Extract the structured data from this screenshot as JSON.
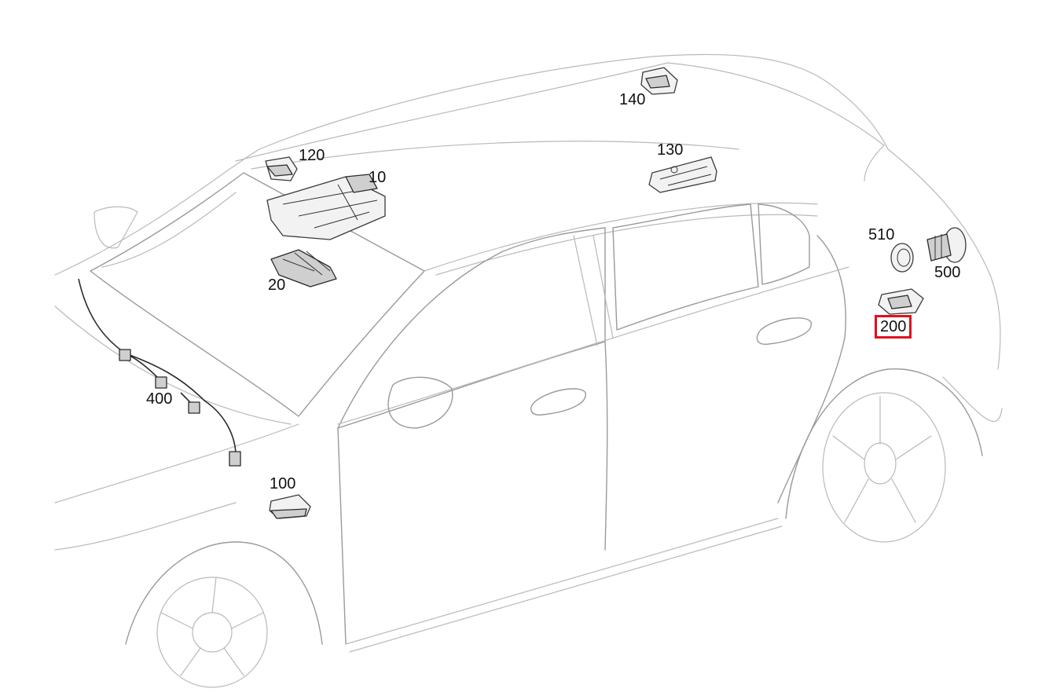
{
  "diagram": {
    "highlight_color": "#e0101c",
    "callouts": [
      {
        "id": "c10",
        "label": "10"
      },
      {
        "id": "c20",
        "label": "20"
      },
      {
        "id": "c100",
        "label": "100"
      },
      {
        "id": "c120",
        "label": "120"
      },
      {
        "id": "c130",
        "label": "130"
      },
      {
        "id": "c140",
        "label": "140"
      },
      {
        "id": "c200",
        "label": "200",
        "highlighted": true
      },
      {
        "id": "c400",
        "label": "400"
      },
      {
        "id": "c500",
        "label": "500"
      },
      {
        "id": "c510",
        "label": "510"
      }
    ]
  }
}
